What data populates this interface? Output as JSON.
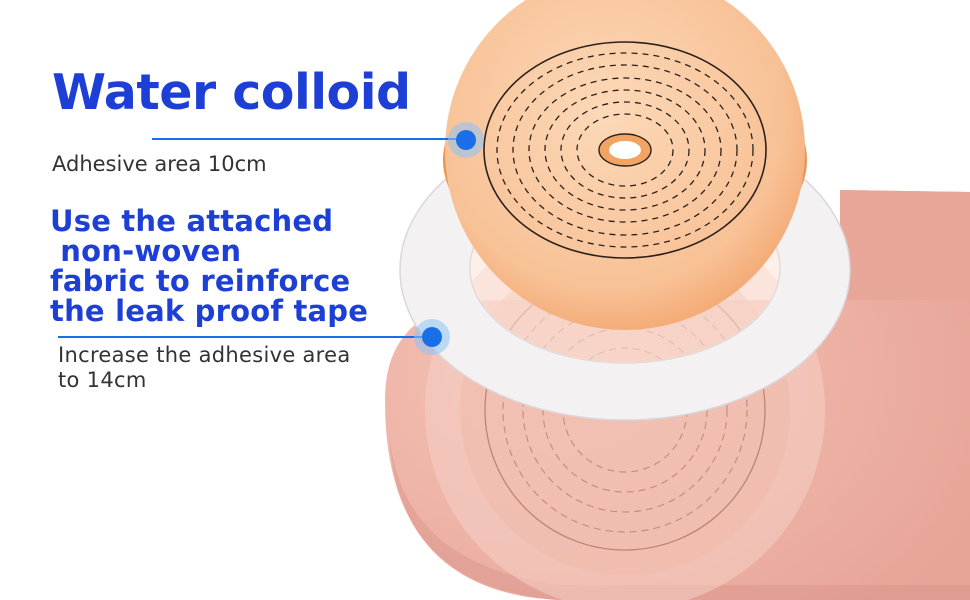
{
  "callout_1": {
    "title": "Water colloid",
    "text": "Adhesive area 10cm"
  },
  "callout_2": {
    "title": "Use the attached\n non-woven\nfabric to reinforce\nthe leak proof tape",
    "text": "Increase the adhesive area\nto 14cm"
  },
  "colors": {
    "heading": "#1d3fd6",
    "body_text": "#333333",
    "marker": "#1a6fe8",
    "colloid_wafer": "#f7b987",
    "nonwoven_ring": "#f4f1f2",
    "pouch": "#e9a99c"
  }
}
